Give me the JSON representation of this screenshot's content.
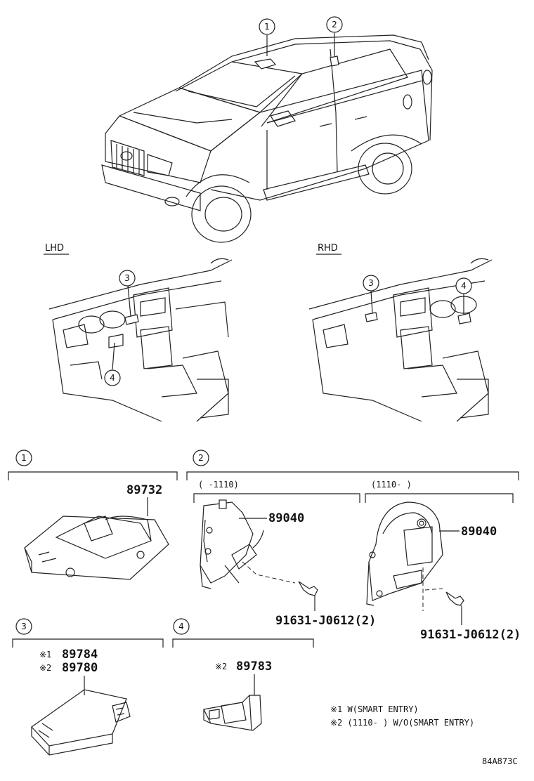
{
  "views": {
    "lhd_label": "LHD",
    "rhd_label": "RHD"
  },
  "callouts": {
    "c1": "1",
    "c2": "2",
    "c3": "3",
    "c4": "4"
  },
  "sections": {
    "s1": {
      "num": "1",
      "part": "89732"
    },
    "s2": {
      "num": "2",
      "range_left": "(    -1110)",
      "range_right": "(1110-      )",
      "part_left": "89040",
      "part_right": "89040",
      "bolt_left": "91631-J0612(2)",
      "bolt_right": "91631-J0612(2)"
    },
    "s3": {
      "num": "3",
      "mark1": "※1",
      "part1": "89784",
      "mark2": "※2",
      "part2": "89780"
    },
    "s4": {
      "num": "4",
      "mark": "※2",
      "part": "89783"
    }
  },
  "notes": {
    "n1": "※1 W(SMART ENTRY)",
    "n2": "※2 (1110-      ) W/O(SMART ENTRY)"
  },
  "diagram_code": "84A873C"
}
